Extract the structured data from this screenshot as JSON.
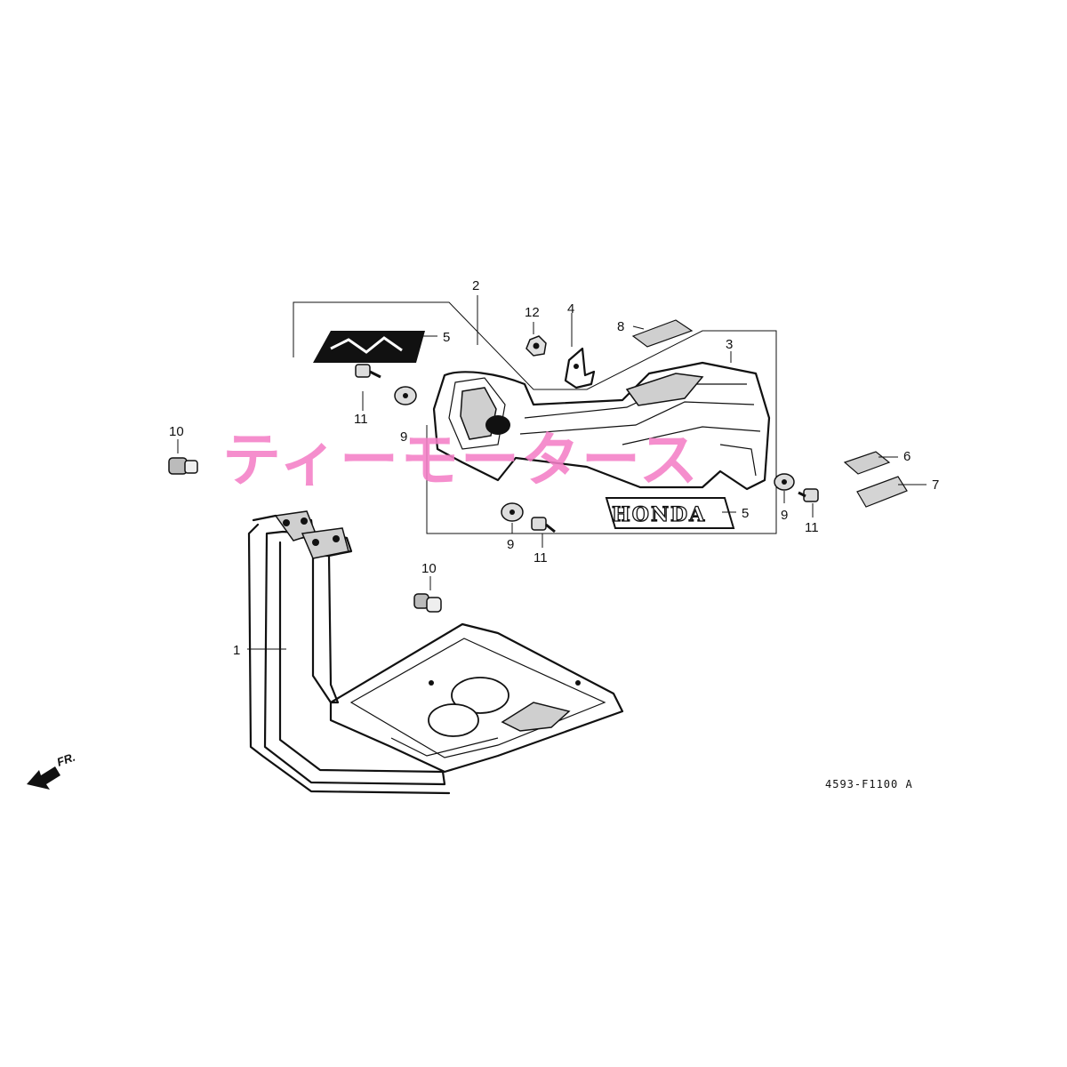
{
  "callouts": {
    "c1": "1",
    "c2": "2",
    "c3": "3",
    "c4": "4",
    "c5a": "5",
    "c5b": "5",
    "c6": "6",
    "c7": "7",
    "c8": "8",
    "c9a": "9",
    "c9b": "9",
    "c9c": "9",
    "c10a": "10",
    "c10b": "10",
    "c11a": "11",
    "c11b": "11",
    "c11c": "11",
    "c12": "12"
  },
  "decal_text": "HONDA",
  "front_indicator": "FR.",
  "drawing_code": "4593-F1100 A",
  "watermark": "ティーモータース",
  "colors": {
    "line": "#111111",
    "watermark": "#f47ec6"
  },
  "icons": {
    "front_arrow": "arrow-left-down-icon"
  }
}
